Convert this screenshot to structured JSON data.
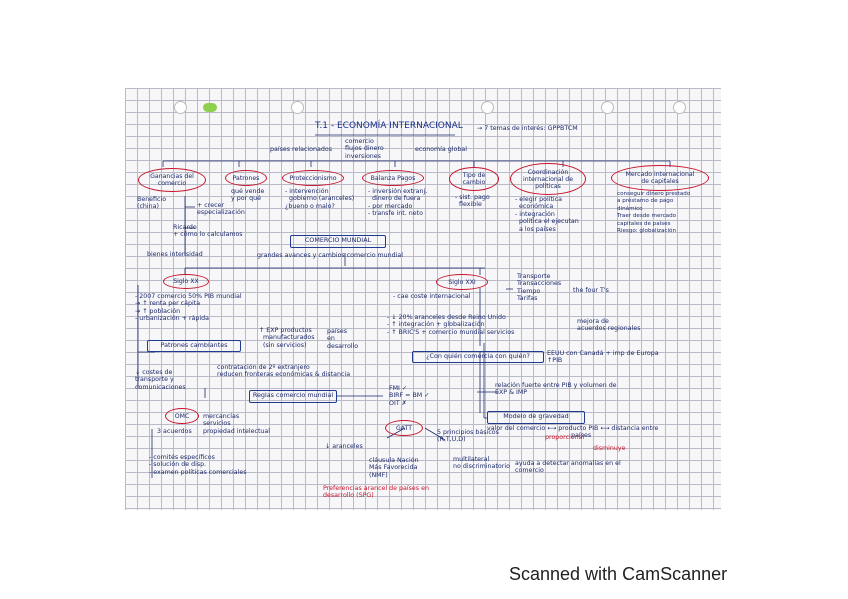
{
  "title": "T.1 - ECONOMÍA INTERNACIONAL",
  "interest": "→ 7 temas de interés: GPPBTCM",
  "intro": {
    "left": "países relacionados",
    "middle": "comercio\nflujos dinero\ninversiones",
    "right": "economía global"
  },
  "topics": [
    {
      "label": "Ganancias del\ncomercio"
    },
    {
      "label": "Patrones"
    },
    {
      "label": "Proteccionismo"
    },
    {
      "label": "Balanza Pagos"
    },
    {
      "label": "Tipo de\ncambio"
    },
    {
      "label": "Coordinación\ninternacional de\npolíticas"
    },
    {
      "label": "Mercado internacional\nde capitales"
    }
  ],
  "topic_notes": {
    "ganancias": "Beneficio\n(china)",
    "ganancias_a": "+ crecer\nespecialización",
    "ganancias_b": "Ricardo\n+ cómo lo calculamos",
    "ganancias_c": "bienes intensidad",
    "patrones": "qué vende\ny por qué",
    "proteccionismo": "- intervención\n  gobierno (aranceles)\n¿bueno o malo?",
    "balanza": "- inversión extranj.\n  dinero de fuera\n- por mercado\n- transfe int. neto",
    "tipo": "- sist. pago\n  flexible",
    "coordinacion": "- elegir política\n  económica\n- integración\n  política el ejecutan\n  a los países",
    "mercado": "conseguir dinero prestado\na préstamo de pago\ndinámico\nTraer desde mercado\ncapitales de países\nRiesgo: globalización"
  },
  "comercio_mundial": {
    "label": "COMERCIO MUNDIAL",
    "sub": "grandes avances y cambios comercio mundial"
  },
  "siglo_xx": {
    "label": "Siglo XX",
    "notes": "- 2007 comercio 50% PIB mundial\n→ ↑ renta per cápita\n→ ↑ población\n- urbanización + rápida",
    "cambios": "↑ EXP productos\n  manufacturados\n  (sin servicios)",
    "paises": "países\nen\ndesarrollo",
    "patrones": "Patrones cambiantes",
    "costes": "↓ costes de\ntransporte y\ncomunicaciones",
    "contr": "contratación de 2º extranjero\nreducen fronteras económicas & distancia"
  },
  "siglo_xxi": {
    "label": "Siglo XXI",
    "notes": "- cae coste internacional",
    "list": "Transporte\nTransacciones\nTiempo\nTarifas",
    "four_t": "the four T's",
    "events": "- ↓ 20% aranceles desde Reino Unido\n- ↑ integración + globalización\n- ↑ BRIC'S + comercio mundial servicios",
    "mejora": "mejora de\nacuerdos regionales"
  },
  "question": {
    "label": "¿Con quién comercia con quién?",
    "ans": "EEUU con Canadá + imp de Europa\n↑PIB",
    "rel": "relación fuerte entre PIB y volumen de\nEXP & IMP"
  },
  "gravedad": {
    "label": "Modelo de gravedad",
    "line": "valor del comercio ⟷ producto PIB ⟷ distancia entre\n                                          países",
    "prop": "proporcional",
    "dism": "disminuye",
    "ayuda": "ayuda a detectar anomalías en el\ncomercio"
  },
  "reglas": {
    "label": "Reglas comercio mundial",
    "fmi": "FMI ✓\nBIRF = BM ✓\nOIT ✗",
    "omc": "OMC",
    "omc_notes": "mercancías\nservicios\npropiedad intelectual",
    "omc_3": "3 acuerdos",
    "omc_list": "- comités específicos\n- solución de disp.\n- examen políticas comerciales",
    "gatt": "GATT",
    "gatt_r": "5 principios básicos\n(R,T,U,D)",
    "aranceles": "↓ aranceles",
    "clausula": "cláusula Nación\nMás Favorecida\n(NMF)",
    "multi": "multilateral\nno discriminatorio",
    "prefer": "Preferencias arancel de países en\ndesarrollo (SPG)"
  },
  "footer": "Scanned with CamScanner"
}
